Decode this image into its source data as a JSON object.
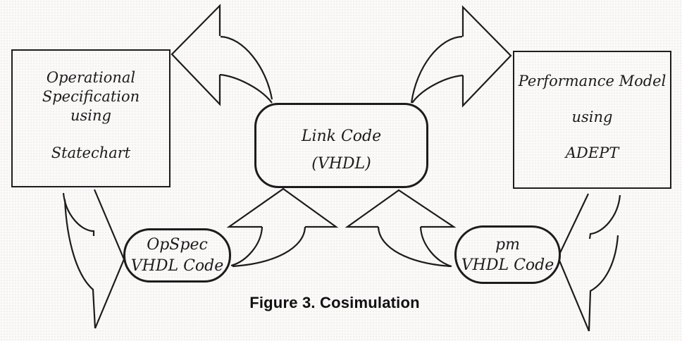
{
  "figure": {
    "caption": "Figure 3. Cosimulation"
  },
  "nodes": {
    "statechart": {
      "lines": [
        "Operational",
        "Specification",
        "using",
        "Statechart"
      ]
    },
    "adept": {
      "lines": [
        "Performance Model",
        "using",
        "ADEPT"
      ]
    },
    "link_code": {
      "lines": [
        "Link Code",
        "(VHDL)"
      ]
    },
    "opspec": {
      "lines": [
        "OpSpec",
        "VHDL Code"
      ]
    },
    "pm": {
      "lines": [
        "pm",
        "VHDL Code"
      ]
    }
  },
  "colors": {
    "ink": "#1c1c1c",
    "paper": "#fbfaf8"
  }
}
